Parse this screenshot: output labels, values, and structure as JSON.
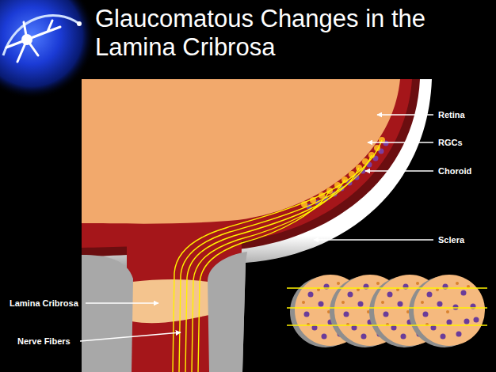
{
  "diagram": {
    "title": "Glaucomatous Changes in the Lamina Cribrosa",
    "labels": [
      "Retina",
      "RGCs",
      "Choroid",
      "Sclera",
      "Lamina Cribrosa",
      "Nerve Fibers"
    ]
  }
}
